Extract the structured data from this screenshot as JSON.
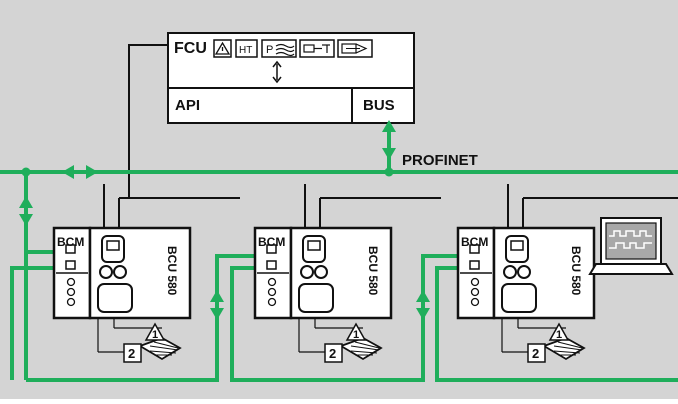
{
  "colors": {
    "background": "#d4d4d4",
    "bus_line": "#1fae5b",
    "outline": "#111111",
    "box_fill": "#ffffff",
    "monitor_screen": "#a8a8a8"
  },
  "fcu": {
    "label": "FCU",
    "icons": [
      "warning-icon",
      "ht-icon",
      "pressure-flow-icon",
      "valve-icon",
      "burner-icon"
    ],
    "ht_text": "HT",
    "p_text": "P",
    "api_label": "API",
    "bus_label": "BUS"
  },
  "network": {
    "profinet_label": "PROFINET"
  },
  "units": [
    {
      "bcm_label": "BCM",
      "bcu_label": "BCU 580",
      "badge_1": "1",
      "badge_2": "2"
    },
    {
      "bcm_label": "BCM",
      "bcu_label": "BCU 580",
      "badge_1": "1",
      "badge_2": "2"
    },
    {
      "bcm_label": "BCM",
      "bcu_label": "BCU 580",
      "badge_1": "1",
      "badge_2": "2"
    }
  ],
  "monitor": {
    "icon": "monitor-signal-icon"
  }
}
